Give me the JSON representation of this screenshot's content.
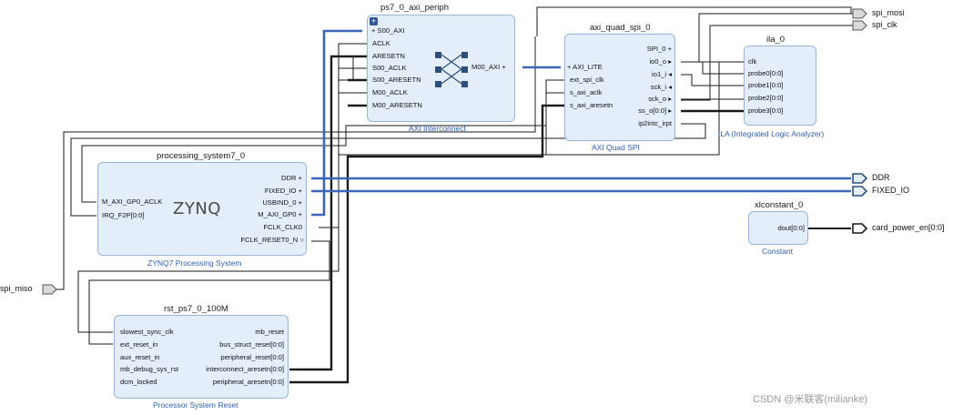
{
  "colors": {
    "block_fill": "#e4eefa",
    "block_border": "#99b5d8",
    "bus_wire": "#3d67b5",
    "wire": "#1a1a1a",
    "subtitle": "#2d5fb0"
  },
  "blocks": {
    "axi_periph": {
      "title": "ps7_0_axi_periph",
      "subtitle": "AXI Interconnect",
      "pins_left": [
        "S00_AXI",
        "ACLK",
        "ARESETN",
        "S00_ACLK",
        "S00_ARESETN",
        "M00_ACLK",
        "M00_ARESETN"
      ],
      "pins_right": [
        "M00_AXI"
      ],
      "icons": [
        "expand-plus-icon",
        "crossbar-icon"
      ]
    },
    "quad_spi": {
      "title": "axi_quad_spi_0",
      "subtitle": "AXI Quad SPI",
      "pins_left": [
        "AXI_LITE",
        "ext_spi_clk",
        "s_axi_aclk",
        "s_axi_aresetn"
      ],
      "pins_right": [
        "SPI_0",
        "io0_o",
        "io1_i",
        "sck_i",
        "sck_o",
        "ss_o[0:0]",
        "ip2intc_irpt"
      ]
    },
    "ila": {
      "title": "ila_0",
      "subtitle": "ILA (Integrated Logic Analyzer)",
      "pins_left": [
        "clk",
        "probe0[0:0]",
        "probe1[0:0]",
        "probe2[0:0]",
        "probe3[0:0]"
      ]
    },
    "ps7": {
      "title": "processing_system7_0",
      "subtitle": "ZYNQ7 Processing System",
      "logo": "ZYNQ",
      "pins_left": [
        "M_AXI_GP0_ACLK",
        "IRQ_F2P[0:0]"
      ],
      "pins_right": [
        "DDR",
        "FIXED_IO",
        "USBIND_0",
        "M_AXI_GP0",
        "FCLK_CLK0",
        "FCLK_RESET0_N"
      ]
    },
    "xlconstant": {
      "title": "xlconstant_0",
      "subtitle": "Constant",
      "pins_right": [
        "dout[0:0]"
      ]
    },
    "rst": {
      "title": "rst_ps7_0_100M",
      "subtitle": "Processor System Reset",
      "pins_left": [
        "slowest_sync_clk",
        "ext_reset_in",
        "aux_reset_in",
        "mb_debug_sys_rst",
        "dcm_locked"
      ],
      "pins_right": [
        "mb_reset",
        "bus_struct_reset[0:0]",
        "peripheral_reset[0:0]",
        "interconnect_aresetn[0:0]",
        "peripheral_aresetn[0:0]"
      ]
    }
  },
  "ports": {
    "spi_mosi": "spi_mosi",
    "spi_clk": "spi_clk",
    "ddr": "DDR",
    "fixed_io": "FIXED_IO",
    "card_power_en": "card_power_en[0:0]",
    "spi_miso": "spi_miso"
  },
  "watermark": "CSDN @米联客(milianke)"
}
